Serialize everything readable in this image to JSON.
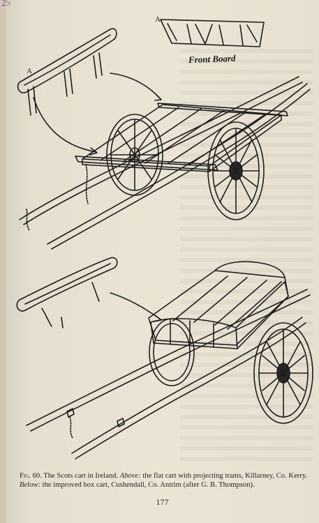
{
  "corner_mark": "25",
  "top_figure": {
    "label_a_left": "A",
    "label_a_right": "A",
    "front_board_label": "Front Board"
  },
  "caption": {
    "fig_label": "Fig. 60.",
    "part1": " The Scots cart in Ireland. ",
    "above_label": "Above:",
    "part2": " the flat cart with projecting trams, Killarney, Co. Kerry. ",
    "below_label": "Below:",
    "part3": " the improved box cart, Cushendall, Co. Antrim (after G. B. Thompson)."
  },
  "page_number": "177"
}
